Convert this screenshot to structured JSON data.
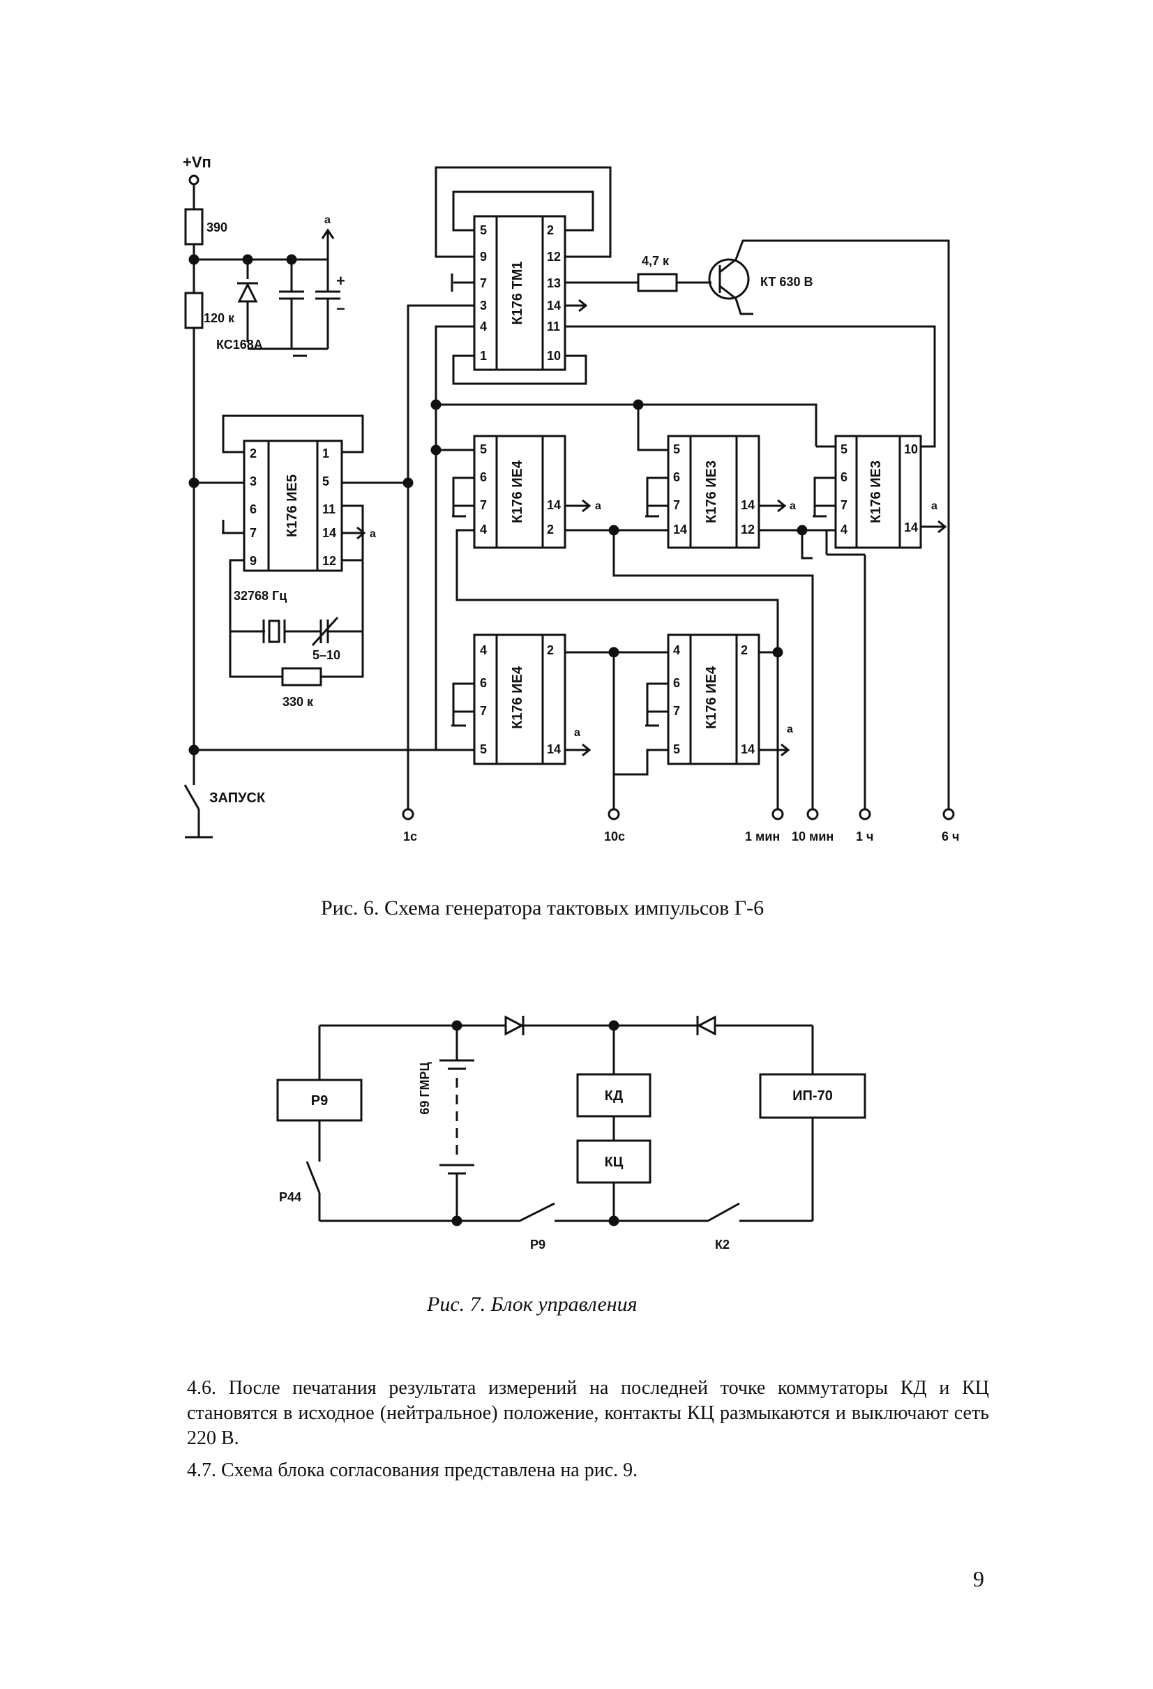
{
  "figure6": {
    "caption": "Рис. 6. Схема генератора тактовых импульсов Г-6",
    "supply_label": "+Vп",
    "r_390": "390",
    "r_120k": "120 к",
    "zener": "КС168А",
    "r_4_7k": "4,7 к",
    "transistor": "КТ 630 В",
    "quartz": "32768 Гц",
    "trim_cap": "5–10",
    "r_330k": "330 к",
    "start_switch": "ЗАПУСК",
    "arrow_a": "а",
    "chips": {
      "tm1": {
        "name": "К176 ТМ1",
        "left_pins": [
          "5",
          "9",
          "7",
          "3",
          "4",
          "1"
        ],
        "right_pins": [
          "2",
          "12",
          "13",
          "14",
          "11",
          "10"
        ]
      },
      "ie5": {
        "name": "К176 ИЕ5",
        "left_pins": [
          "2",
          "3",
          "6",
          "7",
          "9"
        ],
        "right_pins": [
          "1",
          "5",
          "11",
          "14",
          "12"
        ]
      },
      "ie4a": {
        "name": "К176 ИЕ4",
        "left_pins": [
          "5",
          "6",
          "7",
          "4"
        ],
        "right_pins": [
          "14",
          "2"
        ]
      },
      "ie3a": {
        "name": "К176 ИЕ3",
        "left_pins": [
          "5",
          "6",
          "7",
          "14"
        ],
        "right_pins": [
          "14",
          "12"
        ]
      },
      "ie3b": {
        "name": "К176 ИЕ3",
        "left_pins": [
          "5",
          "6",
          "7",
          "4"
        ],
        "right_pins": [
          "10",
          "14"
        ]
      },
      "ie4b": {
        "name": "К176 ИЕ4",
        "left_pins": [
          "4",
          "6",
          "7",
          "5"
        ],
        "right_pins": [
          "2",
          "14"
        ]
      },
      "ie4c": {
        "name": "К176 ИЕ4",
        "left_pins": [
          "4",
          "6",
          "7",
          "5"
        ],
        "right_pins": [
          "2",
          "14"
        ]
      }
    },
    "outputs": [
      "1с",
      "10с",
      "1 мин",
      "10 мин",
      "1 ч",
      "6 ч"
    ]
  },
  "figure7": {
    "caption": "Рис. 7. Блок управления",
    "battery": "69 ГМРЦ",
    "boxes": {
      "p9": "Р9",
      "kd": "КД",
      "kc": "КЦ",
      "ip70": "ИП-70"
    },
    "switches": {
      "p44": "Р44",
      "p9": "Р9",
      "k2": "К2"
    }
  },
  "text": {
    "p46": "4.6. После печатания результата измерений на последней точке коммутаторы КД и КЦ становятся в исходное (нейтральное) положение, контакты КЦ размыкаются и выключают сеть 220 В.",
    "p47": "4.7. Схема блока согласования представлена на рис. 9."
  },
  "page_number": "9"
}
